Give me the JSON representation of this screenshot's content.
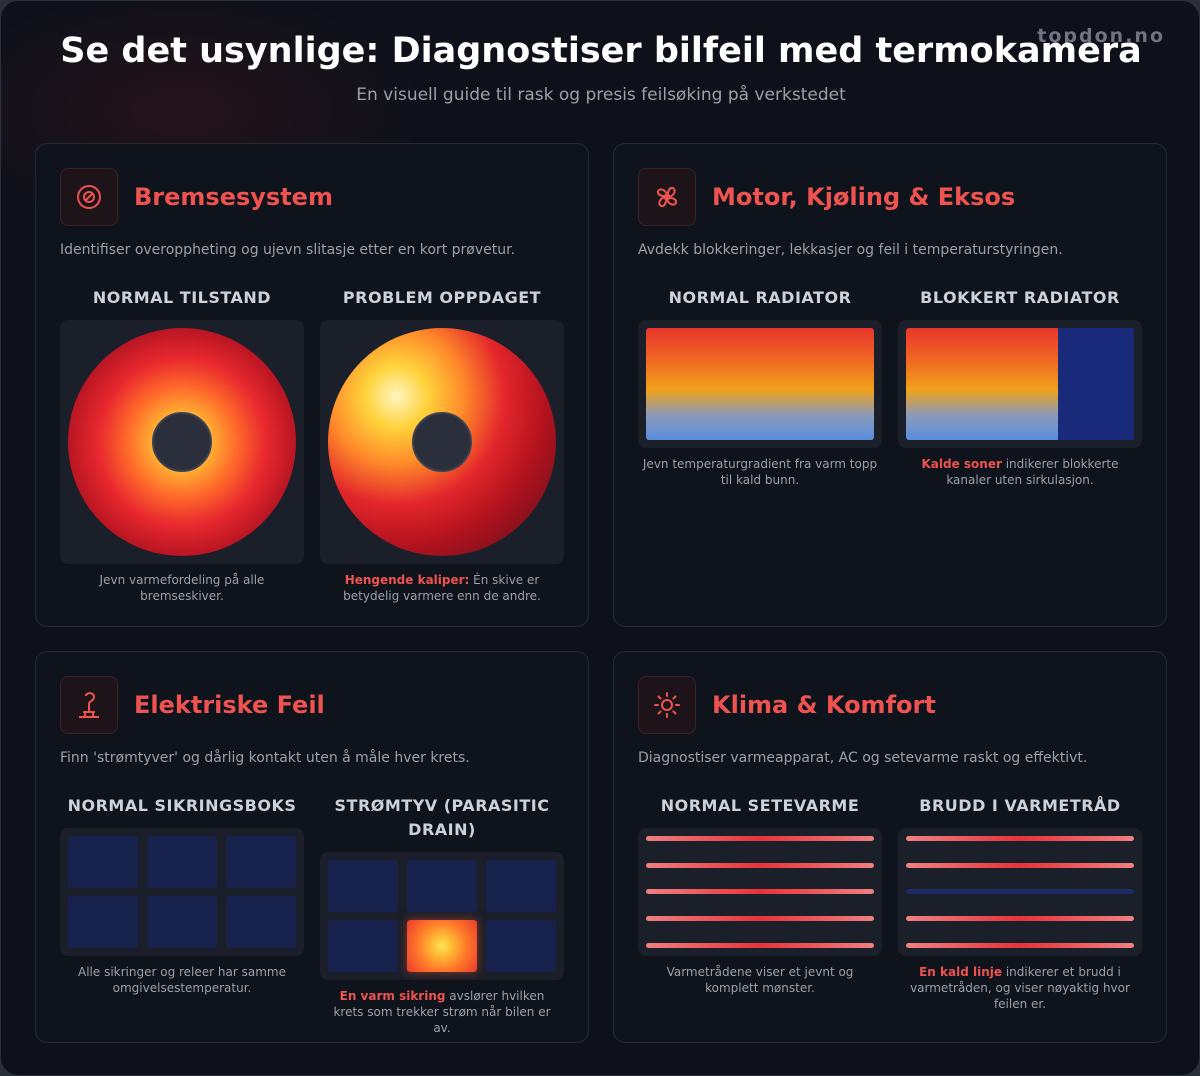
{
  "brand": "topdon.no",
  "header": {
    "title": "Se det usynlige: Diagnostiser bilfeil med termokamera",
    "subtitle": "En visuell guide til rask og presis feilsøking på verkstedet"
  },
  "colors": {
    "accent": "#ef5350",
    "background": "#0e111a",
    "card": "#0f131c"
  },
  "sections": [
    {
      "icon": "brake-disc-icon",
      "title": "Bremsesystem",
      "description": "Identifiser overoppheting og ujevn slitasje etter en kort prøvetur.",
      "normal": {
        "label": "NORMAL TILSTAND",
        "caption": "Jevn varmefordeling på alle bremseskiver."
      },
      "problem": {
        "label": "PROBLEM OPPDAGET",
        "highlight": "Hengende kaliper:",
        "caption": " Én skive er betydelig varmere enn de andre."
      }
    },
    {
      "icon": "radiator-fan-icon",
      "title": "Motor, Kjøling & Eksos",
      "description": "Avdekk blokkeringer, lekkasjer og feil i temperaturstyringen.",
      "normal": {
        "label": "NORMAL RADIATOR",
        "caption": "Jevn temperaturgradient fra varm topp til kald bunn."
      },
      "problem": {
        "label": "BLOKKERT RADIATOR",
        "highlight": "Kalde soner",
        "caption": " indikerer blokkerte kanaler uten sirkulasjon."
      }
    },
    {
      "icon": "electrical-plug-icon",
      "title": "Elektriske Feil",
      "description": "Finn 'strømtyver' og dårlig kontakt uten å måle hver krets.",
      "normal": {
        "label": "NORMAL SIKRINGSBOKS",
        "caption": "Alle sikringer og releer har samme omgivelsestemperatur."
      },
      "problem": {
        "label": "STRØMTYV (PARASITIC DRAIN)",
        "highlight": "En varm sikring",
        "caption": " avslører hvilken krets som trekker strøm når bilen er av."
      }
    },
    {
      "icon": "sun-icon",
      "title": "Klima & Komfort",
      "description": "Diagnostiser varmeapparat, AC og setevarme raskt og effektivt.",
      "normal": {
        "label": "NORMAL SETEVARME",
        "caption": "Varmetrådene viser et jevnt og komplett mønster."
      },
      "problem": {
        "label": "BRUDD I VARMETRÅD",
        "highlight": "En kald linje",
        "caption": " indikerer et brudd i varmetråden, og viser nøyaktig hvor feilen er."
      }
    }
  ]
}
